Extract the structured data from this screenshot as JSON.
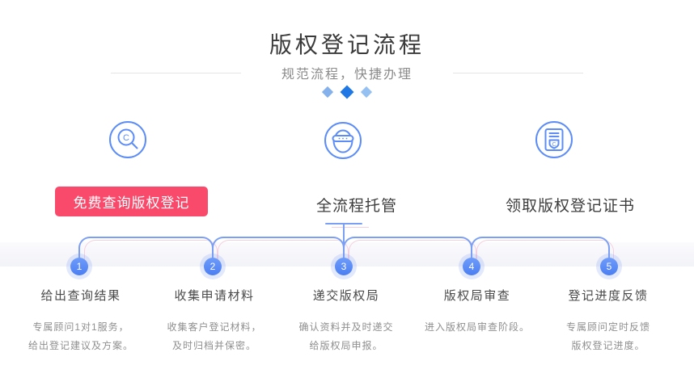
{
  "header": {
    "title": "版权登记流程",
    "subtitle": "规范流程，快捷办理"
  },
  "colors": {
    "accent_blue": "#5b8cf8",
    "connector_blue": "#7b9ff4",
    "connector_pink_echo": "#f3d0df",
    "button_red": "#fa4a6b",
    "diamond_left": "#84b0ec",
    "diamond_middle": "#1f78e4",
    "diamond_right": "#95c0f2",
    "step_circle_blue": "#4c7ef2"
  },
  "features": [
    {
      "icon": "copyright-search-icon",
      "label": "免费查询版权登记",
      "highlighted": true
    },
    {
      "icon": "service-agent-icon",
      "label": "全流程托管",
      "highlighted": false
    },
    {
      "icon": "certificate-icon",
      "label": "领取版权登记证书",
      "highlighted": false
    }
  ],
  "steps": [
    {
      "number": "1",
      "title": "给出查询结果",
      "desc_line1": "专属顾问1对1服务，",
      "desc_line2": "给出登记建议及方案。"
    },
    {
      "number": "2",
      "title": "收集申请材料",
      "desc_line1": "收集客户登记材料，",
      "desc_line2": "及时归档并保密。"
    },
    {
      "number": "3",
      "title": "递交版权局",
      "desc_line1": "确认资料并及时递交",
      "desc_line2": "给版权局申报。"
    },
    {
      "number": "4",
      "title": "版权局审查",
      "desc_line1": "进入版权局审查阶段。",
      "desc_line2": ""
    },
    {
      "number": "5",
      "title": "登记进度反馈",
      "desc_line1": "专属顾问定时反馈",
      "desc_line2": "版权登记进度。"
    }
  ]
}
